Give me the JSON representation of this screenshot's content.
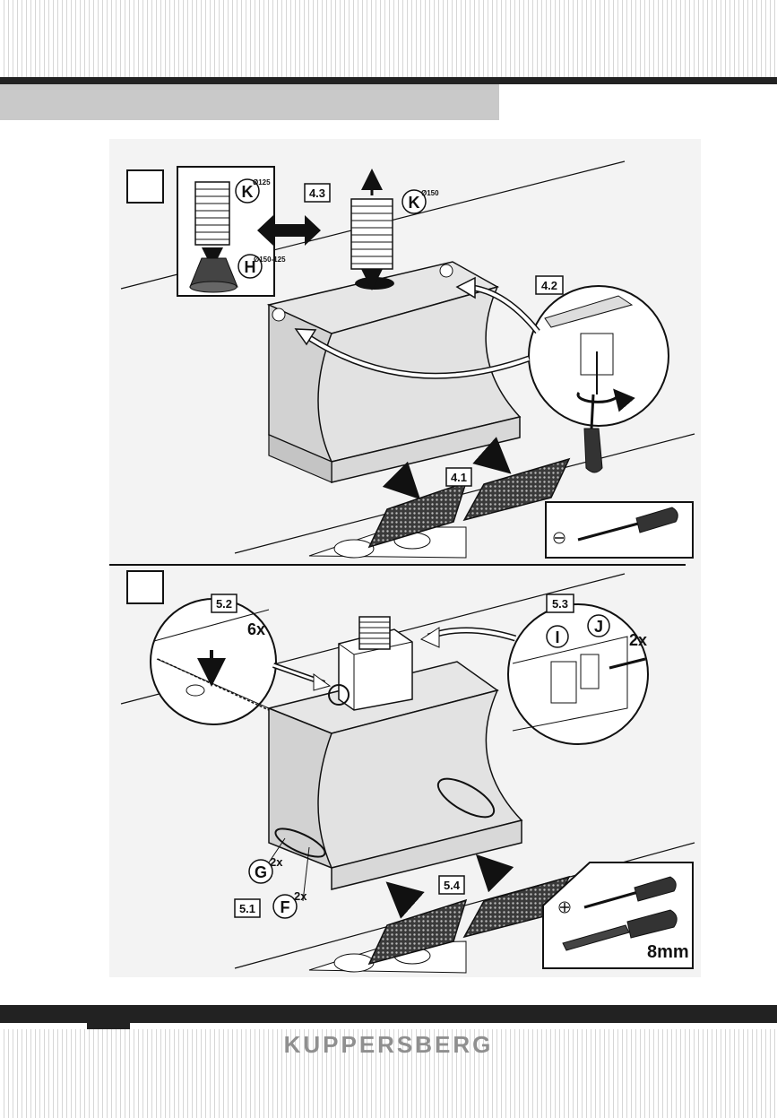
{
  "brand": {
    "name": "KUPPERSBERG"
  },
  "steps": {
    "s4_1": "4.1",
    "s4_2": "4.2",
    "s4_3": "4.3",
    "s5_1": "5.1",
    "s5_2": "5.2",
    "s5_3": "5.3",
    "s5_4": "5.4"
  },
  "callouts": {
    "k": "K",
    "k_dia_125": "Ø125",
    "k_dia_150": "Ø150",
    "h": "H",
    "h_dia": "Ø150-125",
    "g": "G",
    "g_qty": "2x",
    "f": "F",
    "f_qty": "2x",
    "i": "I",
    "j": "J",
    "j_qty": "2x",
    "screws_qty": "6x",
    "wrench_size": "8mm"
  },
  "icons": {
    "flat_screwdriver": "flat-screwdriver-icon",
    "phillips_screwdriver": "phillips-screwdriver-icon",
    "socket_wrench": "socket-wrench-icon"
  }
}
